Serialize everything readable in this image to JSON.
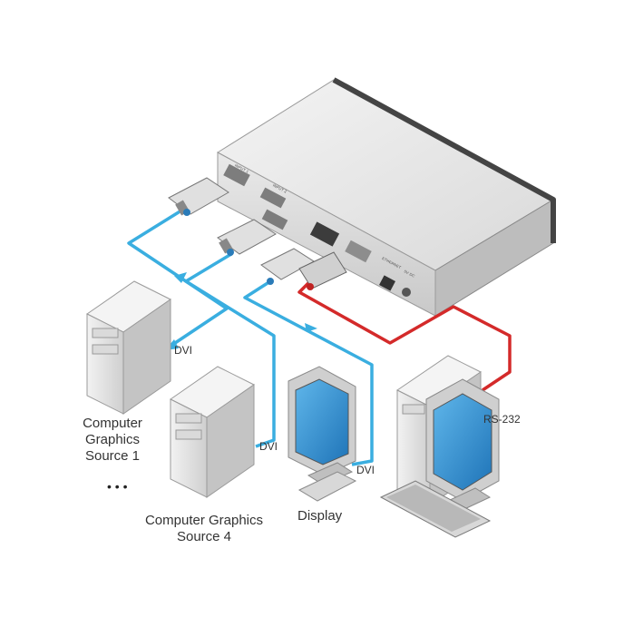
{
  "labels": {
    "dvi_1": "DVI",
    "dvi_2": "DVI",
    "dvi_3": "DVI",
    "rs232": "RS-232",
    "source1_line1": "Computer",
    "source1_line2": "Graphics",
    "source1_line3": "Source 1",
    "ellipsis": "• • •",
    "source4_line1": "Computer Graphics",
    "source4_line2": "Source 4",
    "display": "Display"
  },
  "panel_labels": {
    "input1": "INPUT 1",
    "input2": "INPUT 2",
    "ethernet": "ETHERNET",
    "power": "5V DC"
  },
  "colors": {
    "dvi_cable": "#3aaee0",
    "rs232_cable": "#d42a2a",
    "device_body": "#e6e6e6",
    "device_dark": "#4a4a4a",
    "screen": "#2f8fd0"
  },
  "icons": [
    "switcher-device",
    "dvi-connector",
    "tower-computer",
    "crt-monitor",
    "keyboard"
  ]
}
